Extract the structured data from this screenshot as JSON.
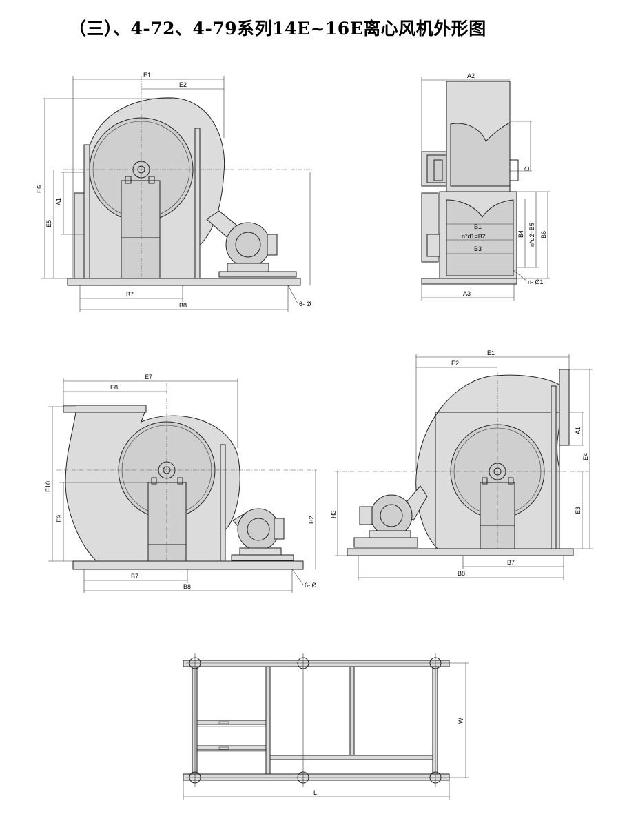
{
  "title": "（三）、4-72、4-79系列14E~16E离心风机外形图",
  "views": {
    "front_top_left": {
      "labels": {
        "E1": "E1",
        "E2": "E2",
        "E6": "E6",
        "E5": "E5",
        "A1": "A1",
        "B7": "B7",
        "B8": "B8",
        "bolt": "6- Ø"
      }
    },
    "side_top_right": {
      "labels": {
        "A2": "A2",
        "D": "D",
        "B1": "B1",
        "B2": "n*d1=B2",
        "B3": "B3",
        "B4": "B4",
        "B5": "n*d2=B5",
        "B6": "B6",
        "A3": "A3",
        "hole": "n- Ø1"
      }
    },
    "front_mid_left": {
      "labels": {
        "E7": "E7",
        "E8": "E8",
        "E10": "E10",
        "E9": "E9",
        "H2": "H2",
        "B7": "B7",
        "B8": "B8",
        "bolt": "6- Ø"
      }
    },
    "front_mid_right": {
      "labels": {
        "E1": "E1",
        "E2": "E2",
        "A1": "A1",
        "E4": "E4",
        "E3": "E3",
        "H3": "H3",
        "B7": "B7",
        "B8": "B8"
      }
    },
    "base_bottom": {
      "labels": {
        "W": "W",
        "L": "L"
      }
    }
  }
}
